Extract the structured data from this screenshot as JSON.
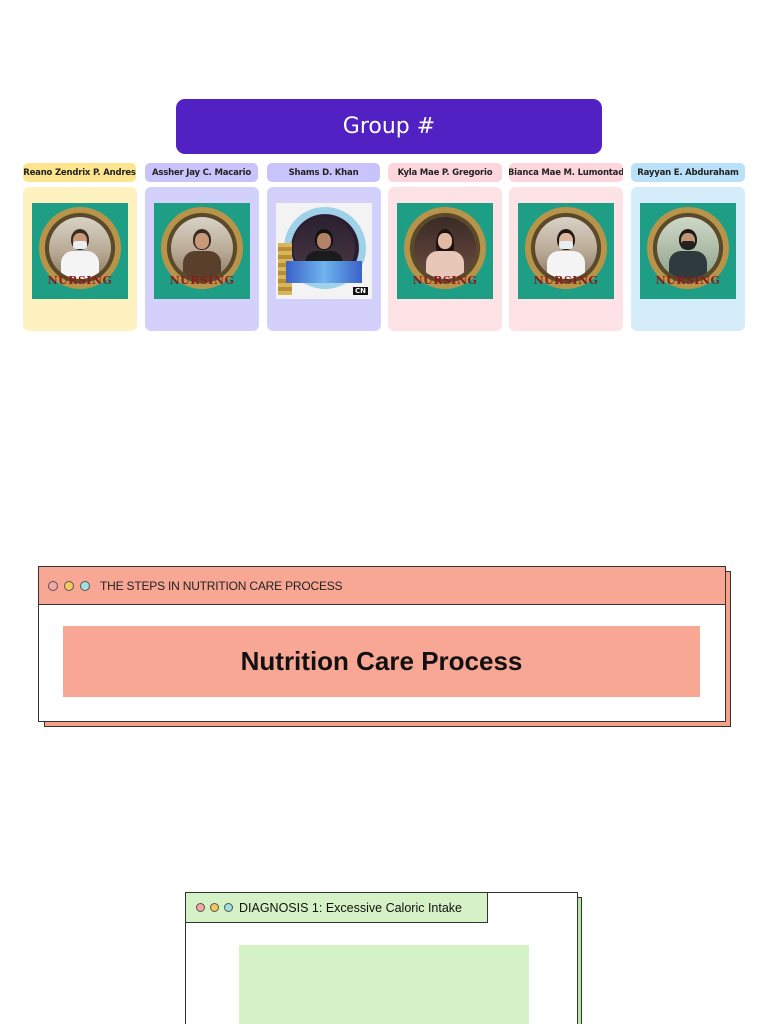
{
  "group": {
    "title": "Group #"
  },
  "members": [
    {
      "name": "Reano Zendrix P. Andres",
      "tag_color": "#fde58e",
      "card_color": "#fdf2c0",
      "frame_text": "NURSING"
    },
    {
      "name": "Assher Jay C. Macario",
      "tag_color": "#c8c3fb",
      "card_color": "#d3d1fb",
      "frame_text": "NURSING"
    },
    {
      "name": "Shams D. Khan",
      "tag_color": "#c8c3fb",
      "card_color": "#d3d1fb",
      "frame_text": ""
    },
    {
      "name": "Kyla Mae P. Gregorio",
      "tag_color": "#fdd5dd",
      "card_color": "#fde3e6",
      "frame_text": "NURSING"
    },
    {
      "name": "Bianca Mae M. Lumontad",
      "tag_color": "#fdd5dd",
      "card_color": "#fde3e6",
      "frame_text": "NURSING"
    },
    {
      "name": "Rayyan E. Abduraham",
      "tag_color": "#b9e1f9",
      "card_color": "#d5edfb",
      "frame_text": "NURSING"
    }
  ],
  "process_window": {
    "titlebar": "THE STEPS IN NUTRITION CARE PROCESS",
    "heading": "Nutrition Care Process",
    "dot_colors": [
      "#f7a6a6",
      "#f7c95c",
      "#9ee0e0"
    ]
  },
  "diagnosis_window": {
    "titlebar": "DIAGNOSIS 1: Excessive Caloric Intake",
    "dot_colors": [
      "#f7a6a6",
      "#f7c95c",
      "#9ee0e0"
    ]
  },
  "colors": {
    "group_banner": "#5221c4",
    "process_accent": "#f9a795",
    "diagnosis_accent": "#d4f2c5"
  }
}
